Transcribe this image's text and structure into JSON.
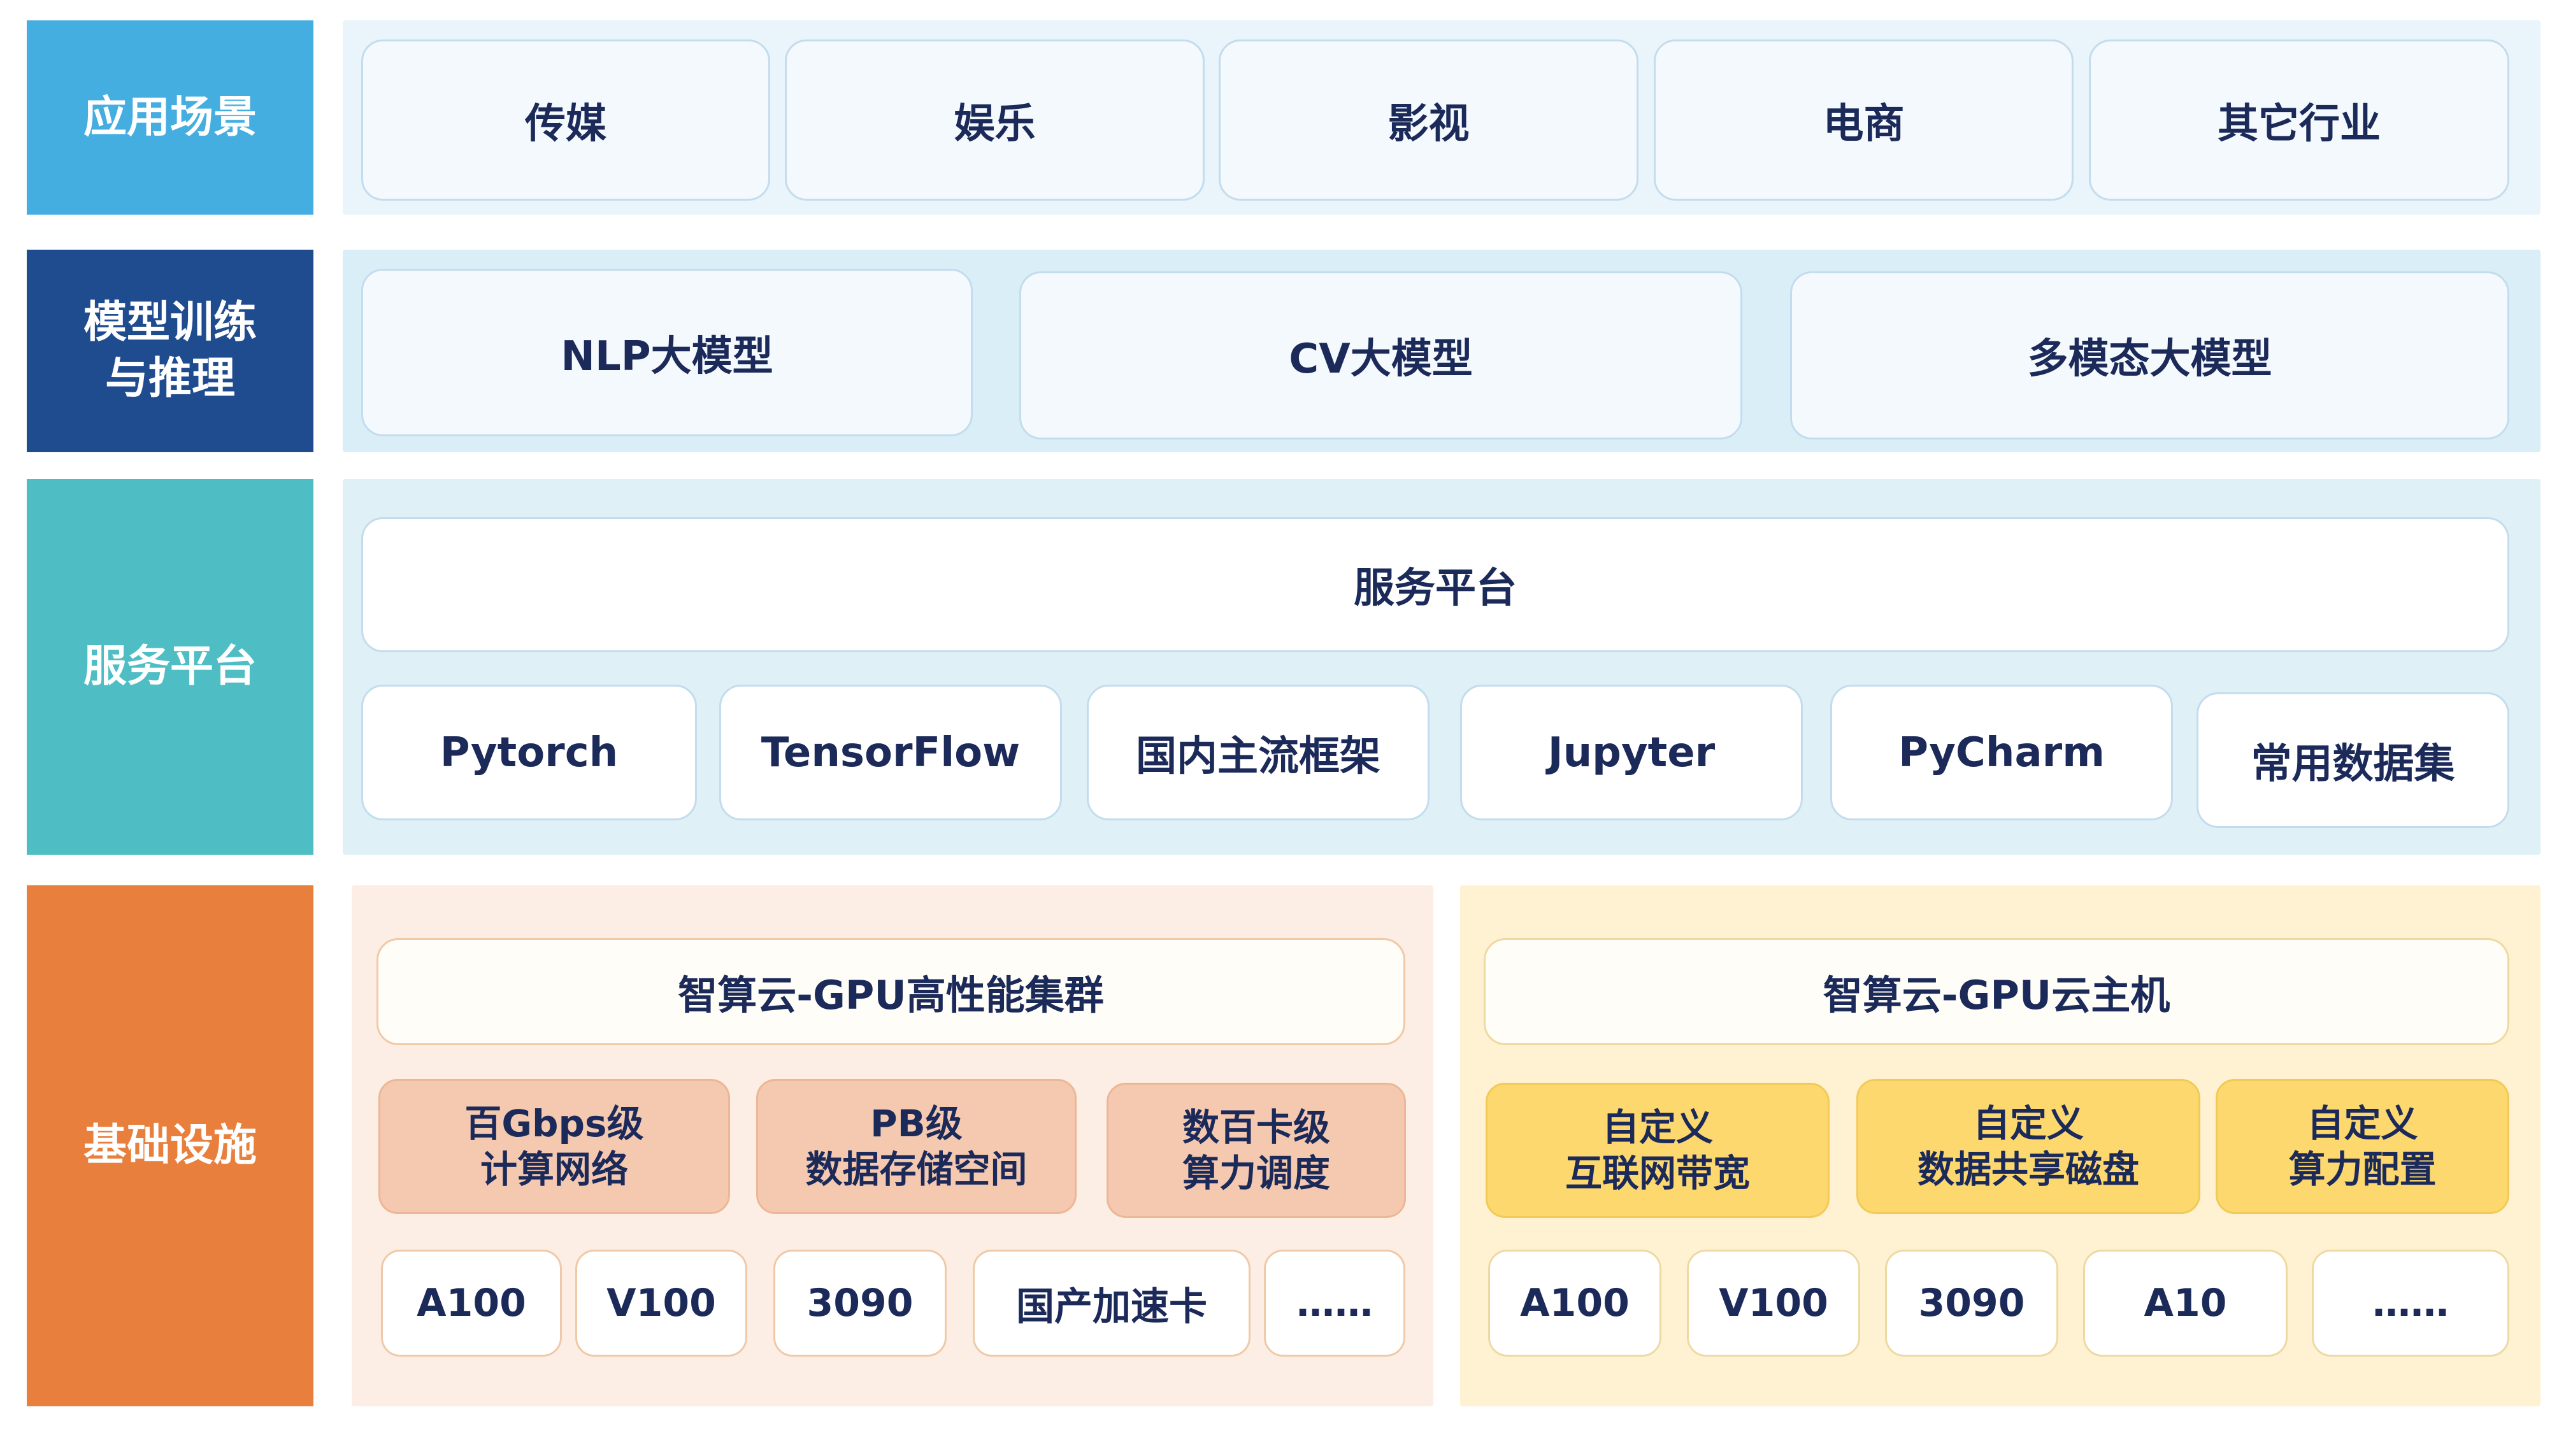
{
  "colors": {
    "app_label": "#45aee0",
    "model_label": "#1f4b8f",
    "service_label": "#4ebec4",
    "infra_label": "#e97f3c",
    "app_panel": "#e9f4fb",
    "model_panel": "#daeef8",
    "service_panel": "#dff0f6",
    "infra_left_panel": "#fdeee5",
    "infra_right_panel": "#fff2d2",
    "text": "#1c2a5a"
  },
  "layers": {
    "app": {
      "label": "应用场景",
      "items": [
        "传媒",
        "娱乐",
        "影视",
        "电商",
        "其它行业"
      ]
    },
    "model": {
      "label": "模型训练\n与推理",
      "items": [
        "NLP大模型",
        "CV大模型",
        "多模态大模型"
      ]
    },
    "service": {
      "label": "服务平台",
      "platform": "服务平台",
      "tools": [
        "Pytorch",
        "TensorFlow",
        "国内主流框架",
        "Jupyter",
        "PyCharm",
        "常用数据集"
      ]
    },
    "infra": {
      "label": "基础设施",
      "left": {
        "title": "智算云-GPU高性能集群",
        "features": [
          "百Gbps级\n计算网络",
          "PB级\n数据存储空间",
          "数百卡级\n算力调度"
        ],
        "chips": [
          "A100",
          "V100",
          "3090",
          "国产加速卡",
          "……"
        ]
      },
      "right": {
        "title": "智算云-GPU云主机",
        "features": [
          "自定义\n互联网带宽",
          "自定义\n数据共享磁盘",
          "自定义\n算力配置"
        ],
        "chips": [
          "A100",
          "V100",
          "3090",
          "A10",
          "……"
        ]
      }
    }
  }
}
